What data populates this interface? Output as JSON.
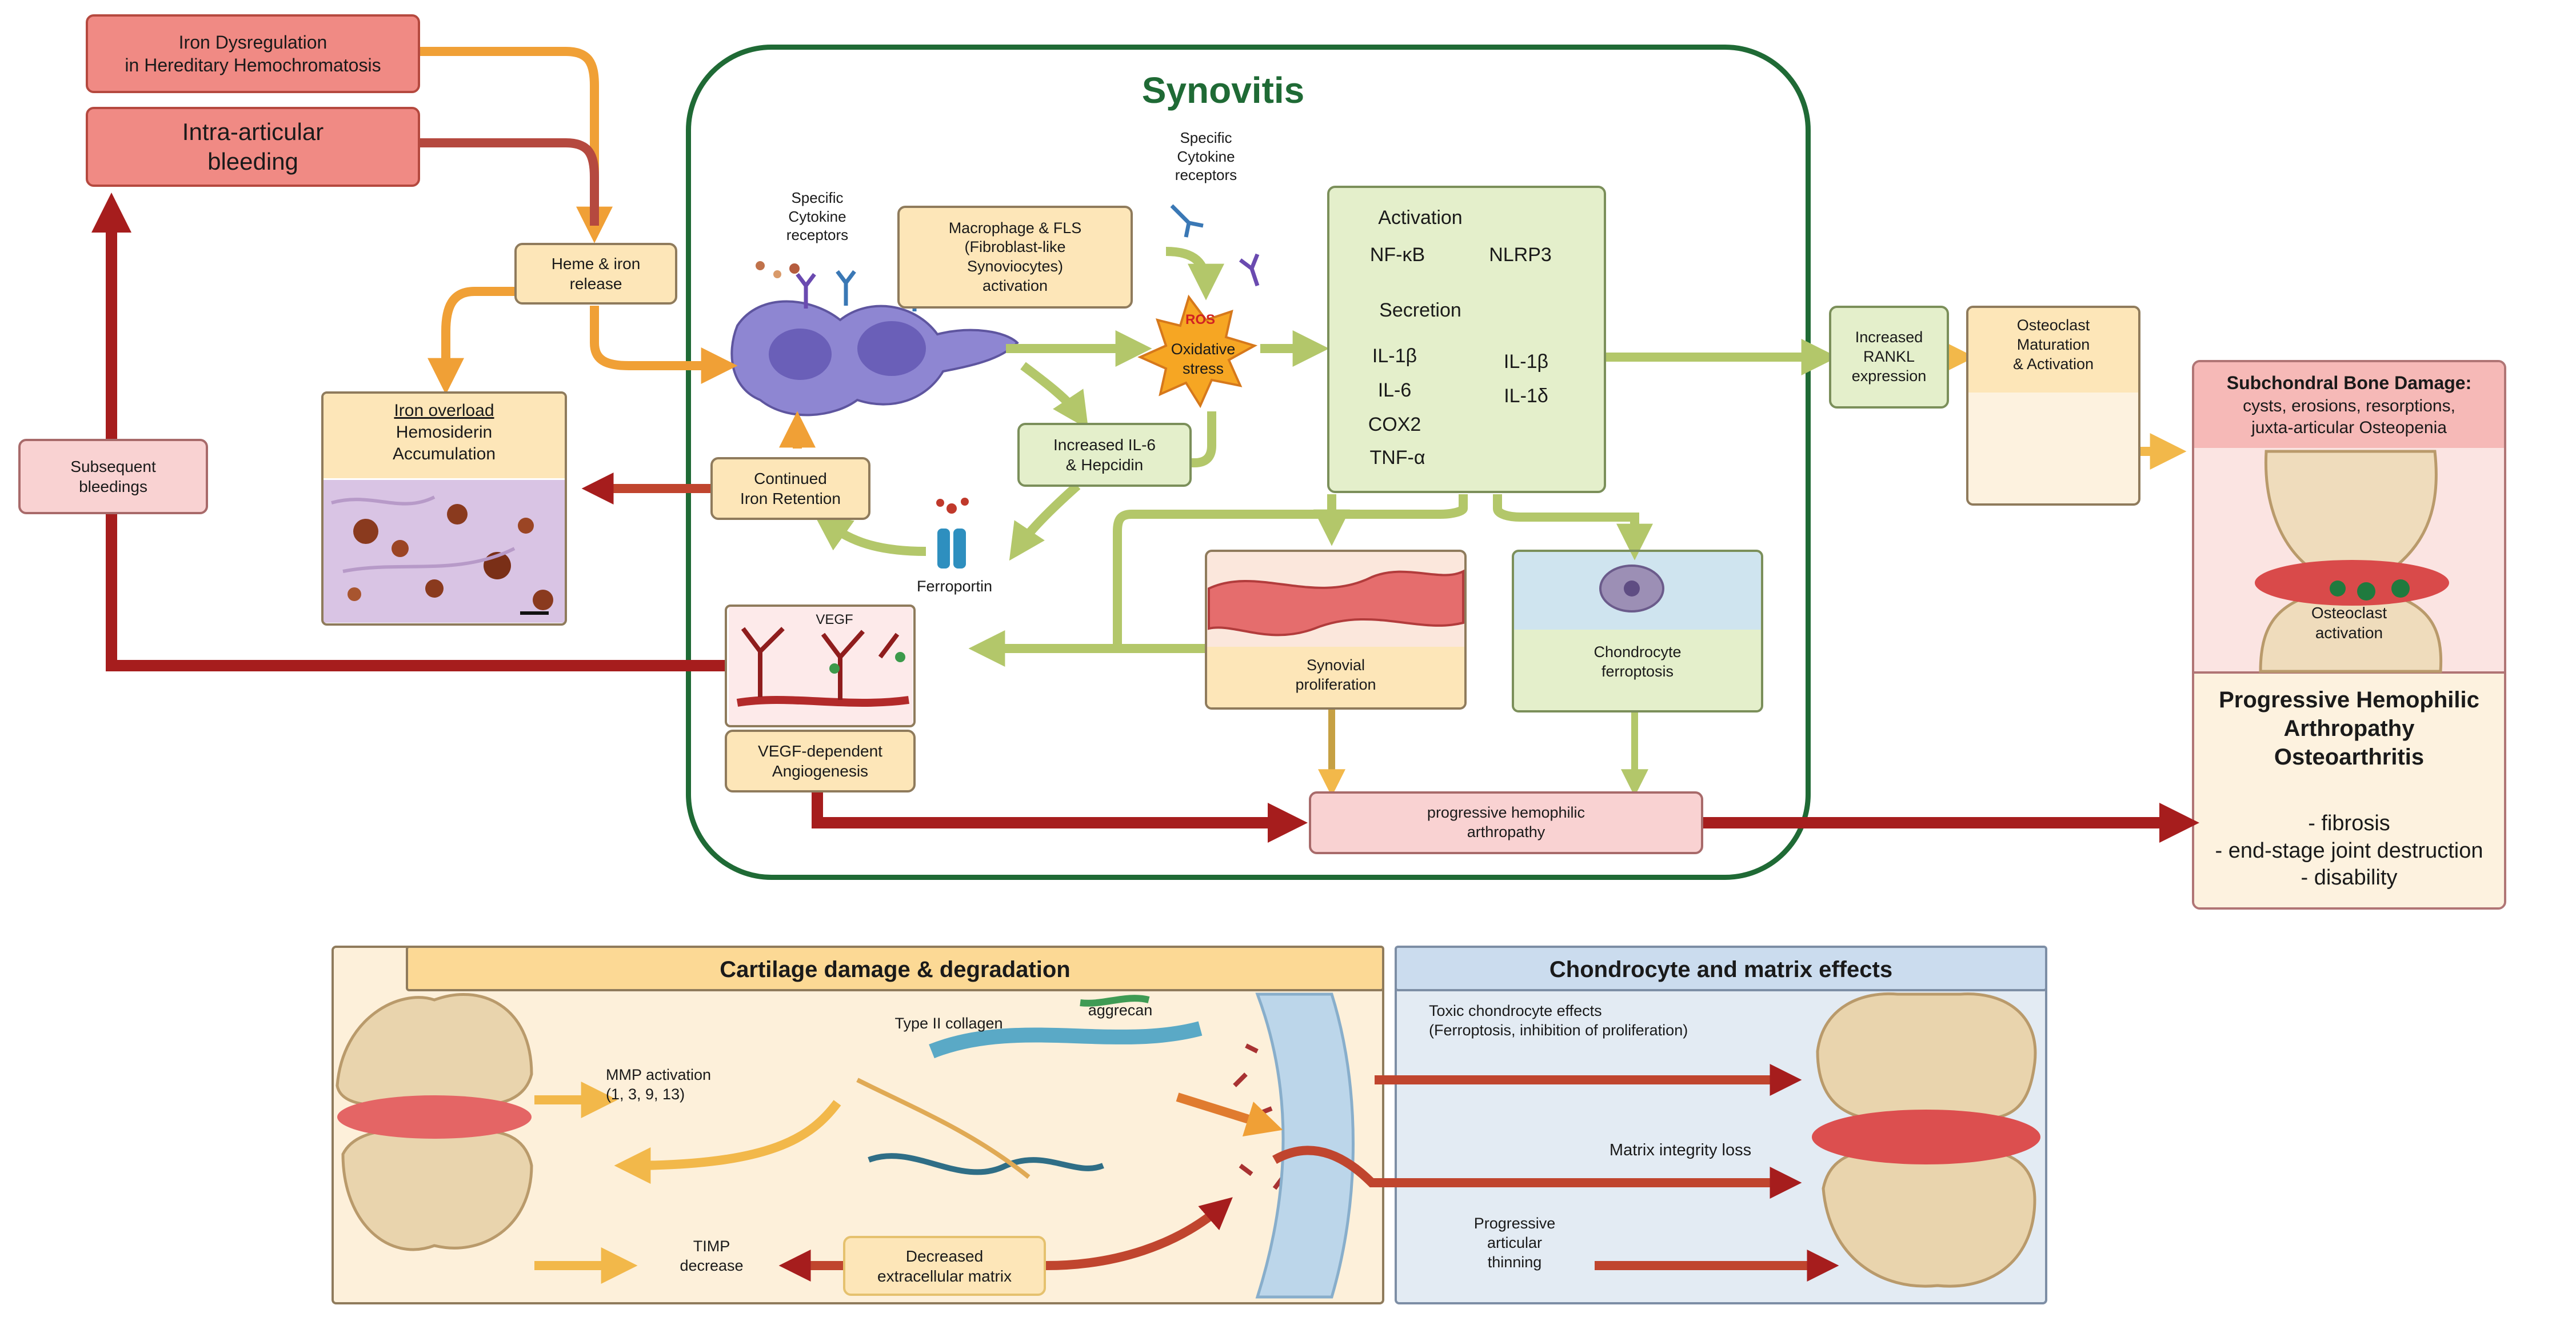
{
  "top": {
    "iron_dysregulation": "Iron Dysregulation\nin Hereditary Hemochromatosis",
    "intra_articular_bleeding": "Intra-articular\nbleeding",
    "heme_iron_release": "Heme & iron\nrelease",
    "iron_overload_title": "Iron overload",
    "iron_overload_body": "Hemosiderin\nAccumulation",
    "subsequent_bleedings": "Subsequent\nbleedings",
    "continued_iron_retention": "Continued\nIron Retention"
  },
  "synovitis": {
    "title": "Synovitis",
    "specific_receptors_left": "Specific\nCytokine\nreceptors",
    "specific_receptors_top": "Specific\nCytokine\nreceptors",
    "macrophage_fls": "Macrophage & FLS\n(Fibroblast-like\nSynoviocytes)\nactivation",
    "ros": "ROS",
    "oxidative_stress": "Oxidative\nstress",
    "increased_il6": "Increased IL-6\n& Hepcidin",
    "ferroportin": "Ferroportin",
    "activation_label": "Activation",
    "activation_items": [
      "NF-κB",
      "NLRP3"
    ],
    "secretion_label": "Secretion",
    "secretion_left": [
      "IL-1β",
      "IL-6",
      "COX2",
      "TNF-α"
    ],
    "secretion_right": [
      "IL-1β",
      "IL-1δ"
    ],
    "vegf_label": "VEGF",
    "vegf_angiogenesis": "VEGF-dependent\nAngiogenesis",
    "synovial_proliferation": "Synovial\nproliferation",
    "chondrocyte_ferroptosis": "Chondrocyte\nferroptosis",
    "progressive_arthropathy": "progressive hemophilic\narthropathy"
  },
  "right": {
    "increased_rankl": "Increased\nRANKL\nexpression",
    "osteoclast_maturation": "Osteoclast\nMaturation\n& Activation",
    "subchondral_title": "Subchondral Bone Damage:",
    "subchondral_body": "cysts, erosions, resorptions,\njuxta-articular Osteopenia",
    "osteoclast_activation": "Osteoclast\nactivation",
    "progressive_title": "Progressive Hemophilic\nArthropathy\nOsteoarthritis",
    "outcomes": "- fibrosis\n- end-stage joint destruction\n- disability"
  },
  "bottom": {
    "cartilage_title": "Cartilage damage & degradation",
    "chondrocyte_title": "Chondrocyte and matrix effects",
    "type2_collagen": "Type II collagen",
    "aggrecan": "aggrecan",
    "mmp_activation": "MMP activation\n(1, 3, 9, 13)",
    "timp_decrease": "TIMP\ndecrease",
    "decreased_ecm": "Decreased\nextracellular matrix",
    "toxic_effects": "Toxic chondrocyte effects\n(Ferroptosis, inhibition of proliferation)",
    "matrix_loss": "Matrix integrity loss",
    "articular_thinning": "Progressive\narticular\nthinning"
  }
}
